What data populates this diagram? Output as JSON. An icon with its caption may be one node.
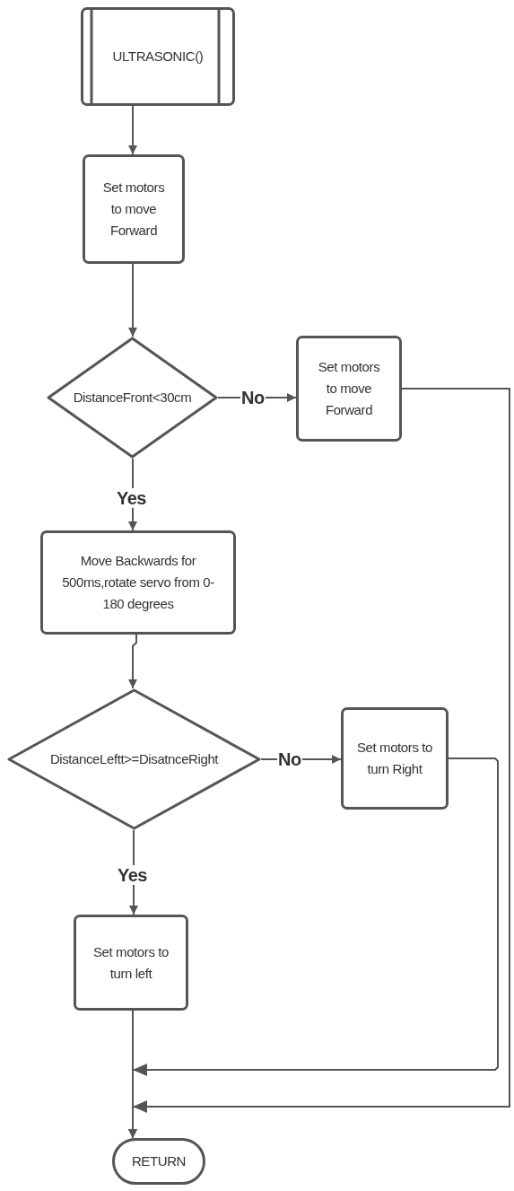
{
  "diagram": {
    "nodes": [
      {
        "text": [
          "ULTRASONIC()"
        ]
      },
      {
        "text": [
          "Set motors to move Forward"
        ]
      },
      {
        "text": [
          "DistanceFront<30cm"
        ]
      },
      {
        "text": [
          "Set motors to move Forward"
        ]
      },
      {
        "text": [
          "Move Backwards for 500ms,rotate servo from 0-180 degrees"
        ]
      },
      {
        "text": [
          "DistanceLeftt>=DisatnceRight"
        ]
      },
      {
        "text": [
          "Set motors to turn Right"
        ]
      },
      {
        "text": [
          "Set motors to turn left"
        ]
      },
      {
        "text": [
          "RETURN"
        ]
      }
    ],
    "edges": [
      {
        "from": 0,
        "to": 1,
        "arrow": "to"
      },
      {
        "from": 1,
        "to": 2,
        "arrow": "to"
      },
      {
        "from": 2,
        "to": 3,
        "arrow": "to",
        "label": "No"
      },
      {
        "from": 2,
        "to": 4,
        "arrow": "to",
        "label": "Yes"
      },
      {
        "from": 4,
        "to": 5,
        "arrow": "to"
      },
      {
        "from": 5,
        "to": 6,
        "arrow": "to",
        "label": "No"
      },
      {
        "from": 5,
        "to": 7,
        "arrow": "to",
        "label": "Yes"
      },
      {
        "from": 7,
        "to": 8,
        "arrow": "to"
      },
      {
        "from": 6,
        "to": 8,
        "arrow": "to"
      },
      {
        "from": 3,
        "to": 8,
        "arrow": "to"
      }
    ]
  }
}
